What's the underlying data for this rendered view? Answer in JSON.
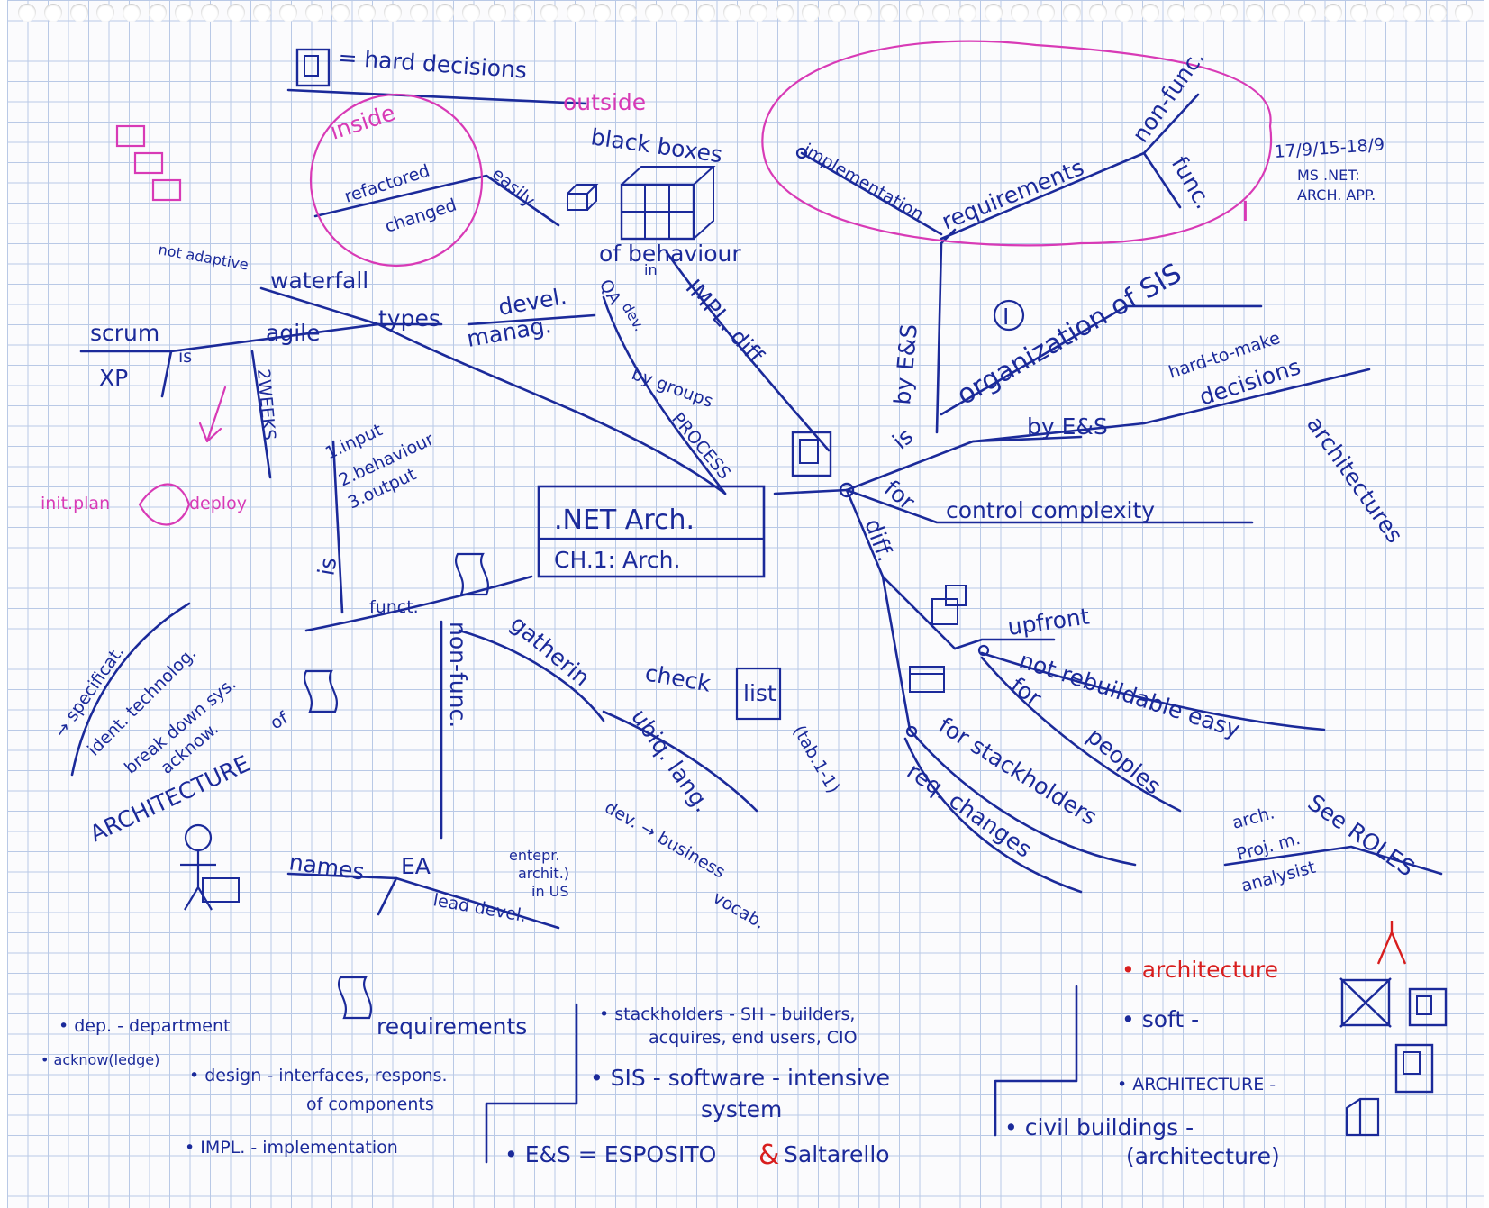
{
  "date": "17/9/15-18/9",
  "course": [
    "MS .NET:",
    "ARCH. APP."
  ],
  "center_title": ".NET Arch.",
  "center_subtitle": "CH.1: Arch.",
  "hard_decisions": "= hard decisions",
  "inside": "inside",
  "outside": "outside",
  "refactored": "refactored",
  "changed": "changed",
  "easily": "easily",
  "black_boxes": "black boxes",
  "of_behaviour": "of behaviour",
  "in": "in",
  "impl_diff": "IMPL. diff.",
  "implementation": "implementation",
  "requirements": "requirements",
  "non_func": "non-func.",
  "func": "func.",
  "roman_one": "I",
  "by_es": "by E&S",
  "organization_of_sis": "organization of SIS",
  "is": "is",
  "by_es_2": "by E&S",
  "hard_to_make": "hard-to-make",
  "hard_decisions_2": "decisions",
  "architectures": "architectures",
  "for": "for",
  "control_complexity": "control complexity",
  "diff": "diff.",
  "upfront": "upfront",
  "not_rebuildable": "not rebuildable easy",
  "for_2": "for",
  "peoples": "peoples",
  "for_stakeholders": "for stackholders",
  "req_changes": "req. changes",
  "see_roles": "See ROLES",
  "arch": "arch.",
  "proj_m": "Proj. m.",
  "analysis": "analysist",
  "not_adaptive": "not adaptive",
  "waterfall": "waterfall",
  "agile": "agile",
  "types": "types",
  "scrum": "scrum",
  "xp": "XP",
  "is_2": "is",
  "two_weeks": "2WEEKS",
  "devel": "devel.",
  "manag": "manag.",
  "qa": "QA",
  "dev": "dev.",
  "by_groups": "by groups",
  "process": "PROCESS",
  "init_plan": "init.plan",
  "deploy": "deploy",
  "input": "1.input",
  "behaviour": "2.behaviour",
  "output": "3.output",
  "is_3": "is",
  "funct": "funct.",
  "non_func_2": "non-func.",
  "gatherin": "gatherin",
  "check": "check",
  "list": "list",
  "tab": "(tab.1-1)",
  "ubiq_lang": "ubiq. lang.",
  "dev_business": "dev. → business",
  "vocab": "vocab.",
  "specificat": "→ specificat.",
  "ident_technolog": "ident. technolog.",
  "break_down": "break down sys.",
  "acknow": "acknow.",
  "of": "of",
  "architecture_struck": "ARCHITECTURE",
  "names": "names",
  "ea": "EA",
  "entepr": "entepr.",
  "archit": "archit.)",
  "in_us": "in US",
  "lead_devel": "lead devel.",
  "legend": {
    "dep": "• dep. - department",
    "acknow": "• acknow(ledge)",
    "requirements": "requirements",
    "design": "• design - interfaces, respons.",
    "of_components": "of components",
    "impl": "• IMPL. - implementation",
    "stackholders": "• stackholders - SH - builders,",
    "stackholders2": "acquires, end users, CIO",
    "sis": "• SIS - software - intensive",
    "sis2": "system",
    "es": "• E&S = ESPOSITO",
    "amp": "&",
    "saltarello": "Saltarello",
    "architecture_red": "• architecture",
    "soft": "• soft -",
    "architecture": "• ARCHITECTURE -",
    "civil": "• civil buildings -",
    "civil2": "(architecture)"
  },
  "colors": {
    "ink": "#1b2a9a",
    "pink": "#d83ab6",
    "red": "#d81e1e",
    "grid": "#b9c9e6"
  }
}
